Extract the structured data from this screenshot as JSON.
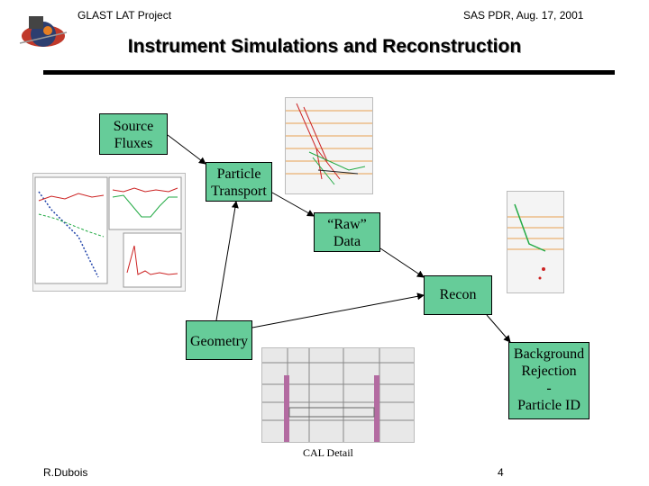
{
  "header": {
    "left": "GLAST LAT Project",
    "right": "SAS PDR, Aug. 17, 2001"
  },
  "title": "Instrument Simulations and Reconstruction",
  "boxes": {
    "source_fluxes": [
      "Source",
      "Fluxes"
    ],
    "particle_transport": [
      "Particle",
      "Transport"
    ],
    "raw_data": [
      "“Raw”",
      "Data"
    ],
    "recon": [
      "Recon"
    ],
    "geometry": [
      "Geometry"
    ],
    "background_rejection": [
      "Background",
      "Rejection",
      "-",
      "Particle ID"
    ]
  },
  "cal_caption": "CAL Detail",
  "footer": {
    "author": "R.Dubois",
    "page": "4"
  },
  "colors": {
    "box_fill": "#66cc99",
    "track_green": "#22aa44",
    "layer_orange": "#e8a050"
  }
}
